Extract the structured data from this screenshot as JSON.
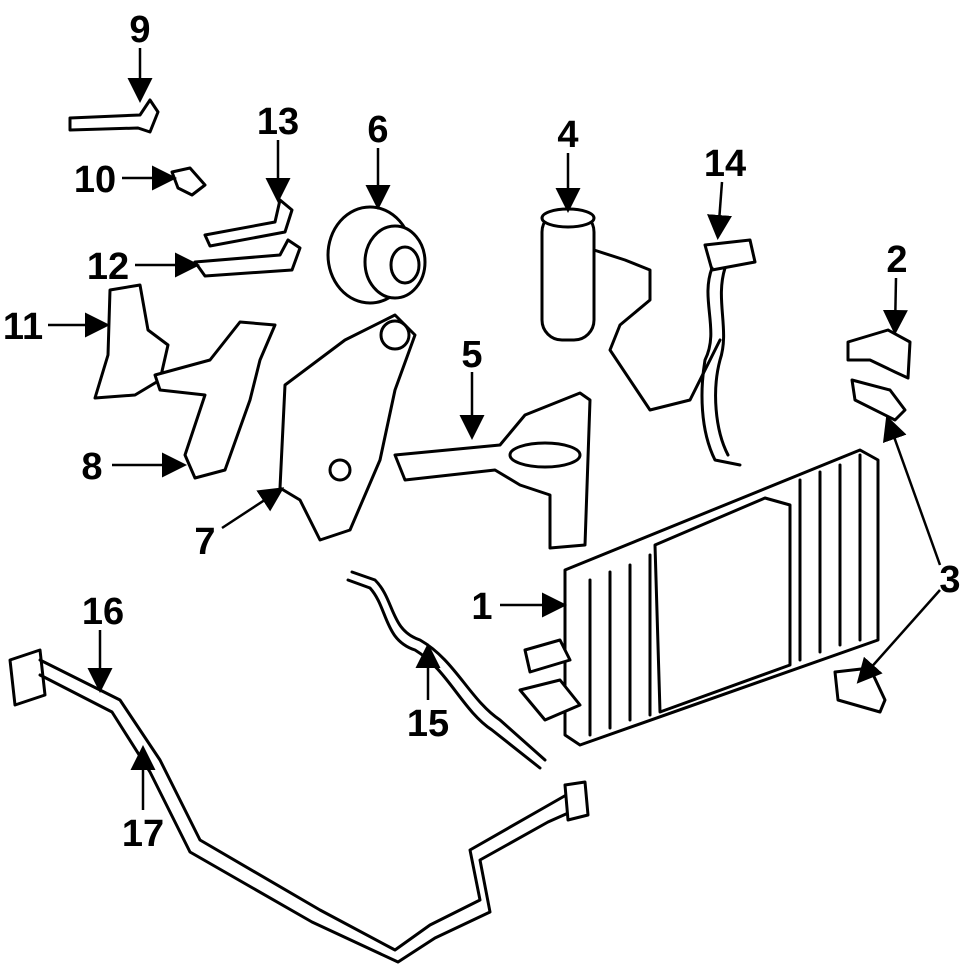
{
  "diagram": {
    "callouts": [
      {
        "id": "c1",
        "number": "1"
      },
      {
        "id": "c2",
        "number": "2"
      },
      {
        "id": "c3",
        "number": "3"
      },
      {
        "id": "c4",
        "number": "4"
      },
      {
        "id": "c5",
        "number": "5"
      },
      {
        "id": "c6",
        "number": "6"
      },
      {
        "id": "c7",
        "number": "7"
      },
      {
        "id": "c8",
        "number": "8"
      },
      {
        "id": "c9",
        "number": "9"
      },
      {
        "id": "c10",
        "number": "10"
      },
      {
        "id": "c11",
        "number": "11"
      },
      {
        "id": "c12",
        "number": "12"
      },
      {
        "id": "c13",
        "number": "13"
      },
      {
        "id": "c14",
        "number": "14"
      },
      {
        "id": "c15",
        "number": "15"
      },
      {
        "id": "c16",
        "number": "16"
      },
      {
        "id": "c17",
        "number": "17"
      }
    ]
  }
}
